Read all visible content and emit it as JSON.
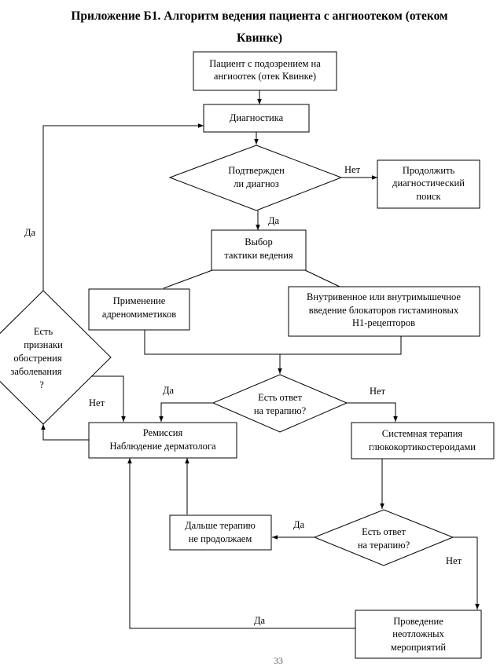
{
  "title_line1": "Приложение Б1. Алгоритм ведения пациента с ангиоотеком (отеком",
  "title_line2": "Квинке)",
  "nodes": {
    "suspect": [
      "Пациент с подозрением на",
      "ангиоотек (отек Квинке)"
    ],
    "diagnostics": [
      "Диагностика"
    ],
    "confirmed": [
      "Подтвержден",
      "ли диагноз"
    ],
    "continue_search": [
      "Продолжить",
      "диагностический",
      "поиск"
    ],
    "tactics": [
      "Выбор",
      "тактики ведения"
    ],
    "adrenomimetics": [
      "Применение",
      "адреномиметиков"
    ],
    "h1_blockers": [
      "Внутривенное или внутримышечное",
      "введение блокаторов гистаминовых",
      "H1-рецепторов"
    ],
    "response1": [
      "Есть ответ",
      "на терапию?"
    ],
    "remission": [
      "Ремиссия",
      "Наблюдение  дерматолога"
    ],
    "systemic_gcs": [
      "Системная терапия",
      "глюкокортикостероидами"
    ],
    "exacerbation": [
      "Есть",
      "признаки",
      "обострения",
      "заболевания",
      "?"
    ],
    "stop_therapy": [
      "Дальше терапию",
      "не продолжаем"
    ],
    "response2": [
      "Есть ответ",
      "на терапию?"
    ],
    "emergency": [
      "Проведение",
      "неотложных",
      "мероприятий"
    ]
  },
  "edge_labels": {
    "yes": "Да",
    "no": "Нет"
  },
  "page_number": "33"
}
